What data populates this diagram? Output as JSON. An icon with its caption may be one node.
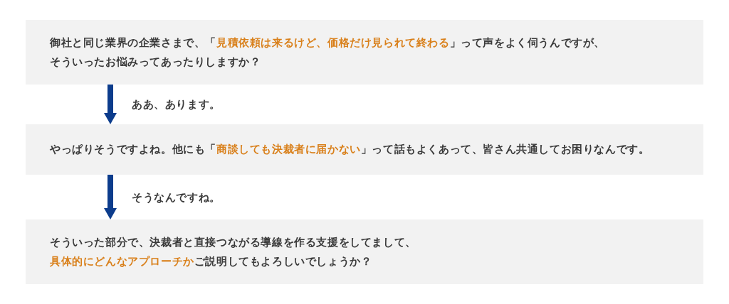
{
  "diagram": {
    "nodes": [
      {
        "text": [
          "御社と同じ業界の企業さまで、「**見積依頼は来るけど、価格だけ見られて終わる**」って声をよく伺うんですが、そういったお悩みってあったりしますか？"
        ]
      },
      {
        "text": [
          "やっぱりそうですよね。他にも「**商談しても決裁者に届かない**」って話もよくあって、皆さん共通してお困りなんです。"
        ]
      },
      {
        "text": [
          "そういった部分で、決裁者と直接つながる導線を作る支援をしてまして、**具体的にどんなアプローチか**ご説明してもよろしいでしょうか？"
        ]
      }
    ],
    "edges": [
      {
        "from": 0,
        "to": 1,
        "arrow": "to",
        "label": "ああ、あります。"
      },
      {
        "from": 1,
        "to": 2,
        "arrow": "to",
        "label": "そうなんですね。"
      }
    ]
  }
}
